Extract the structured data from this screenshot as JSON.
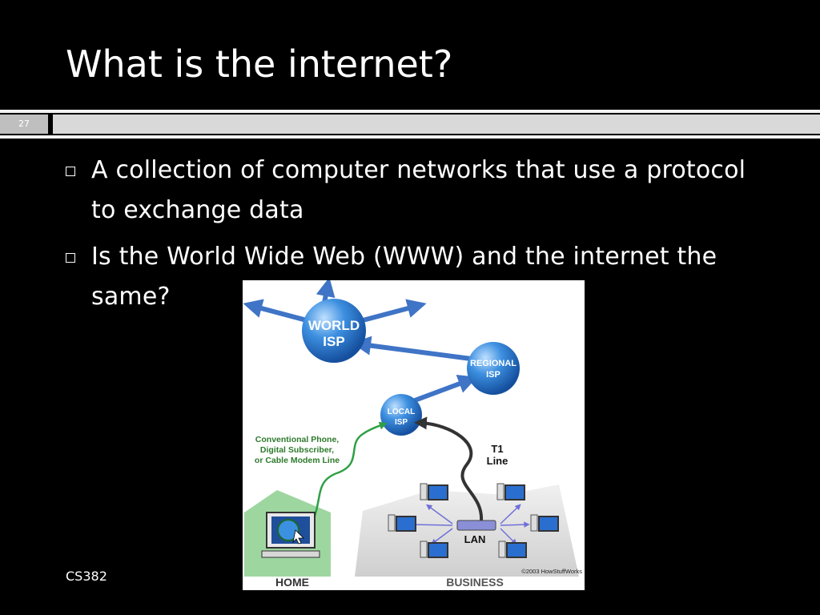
{
  "slide": {
    "title": "What is the internet?",
    "number": "27",
    "bullets": [
      "A collection of computer networks that use a protocol to exchange data",
      "Is the World Wide Web (WWW) and the internet the same?"
    ],
    "footer": "CS382"
  },
  "diagram": {
    "world_isp_line1": "WORLD",
    "world_isp_line2": "ISP",
    "regional_isp_line1": "REGIONAL",
    "regional_isp_line2": "ISP",
    "local_isp_line1": "LOCAL",
    "local_isp_line2": "ISP",
    "conn_line1": "Conventional Phone,",
    "conn_line2": "Digital Subscriber,",
    "conn_line3": "or Cable Modem Line",
    "t1_line1": "T1",
    "t1_line2": "Line",
    "lan": "LAN",
    "home": "HOME",
    "business": "BUSINESS",
    "copyright": "©2003 HowStuffWorks"
  },
  "colors": {
    "background": "#000000",
    "text": "#ffffff",
    "isp_blue": "#2a78c8",
    "arrow_blue": "#3f74c6",
    "green_line": "#2ea043",
    "home_green": "#9ed6a0"
  }
}
